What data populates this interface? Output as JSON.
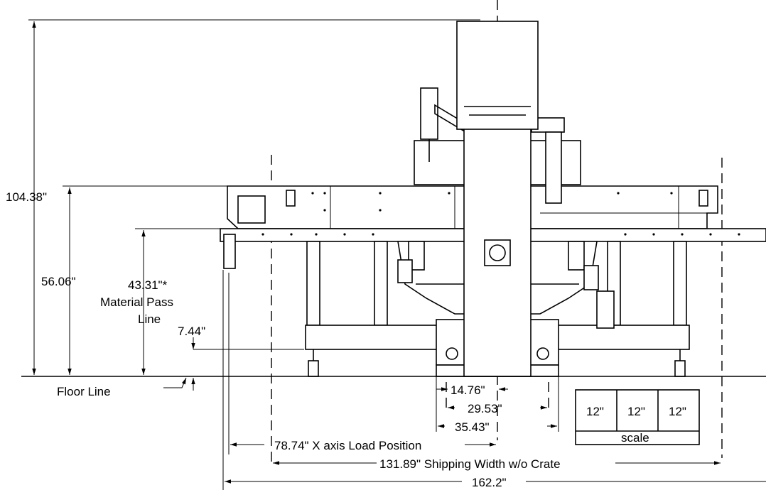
{
  "dimensions": {
    "height_total": "104.38\"",
    "height_table": "56.06\"",
    "pass_line_value": "43.31\"*",
    "pass_line_label_1": "Material Pass",
    "pass_line_label_2": "Line",
    "leveling": "7.44\"",
    "floor_line": "Floor Line",
    "base_inner": "14.76\"",
    "base_mid": "29.53\"",
    "base_outer": "35.43\"",
    "load_position": "78.74\" X axis Load Position",
    "shipping_width": "131.89\" Shipping Width w/o Crate",
    "overall_width": "162.2\""
  },
  "scale_box": {
    "cells": [
      "12\"",
      "12\"",
      "12\""
    ],
    "label": "scale"
  }
}
